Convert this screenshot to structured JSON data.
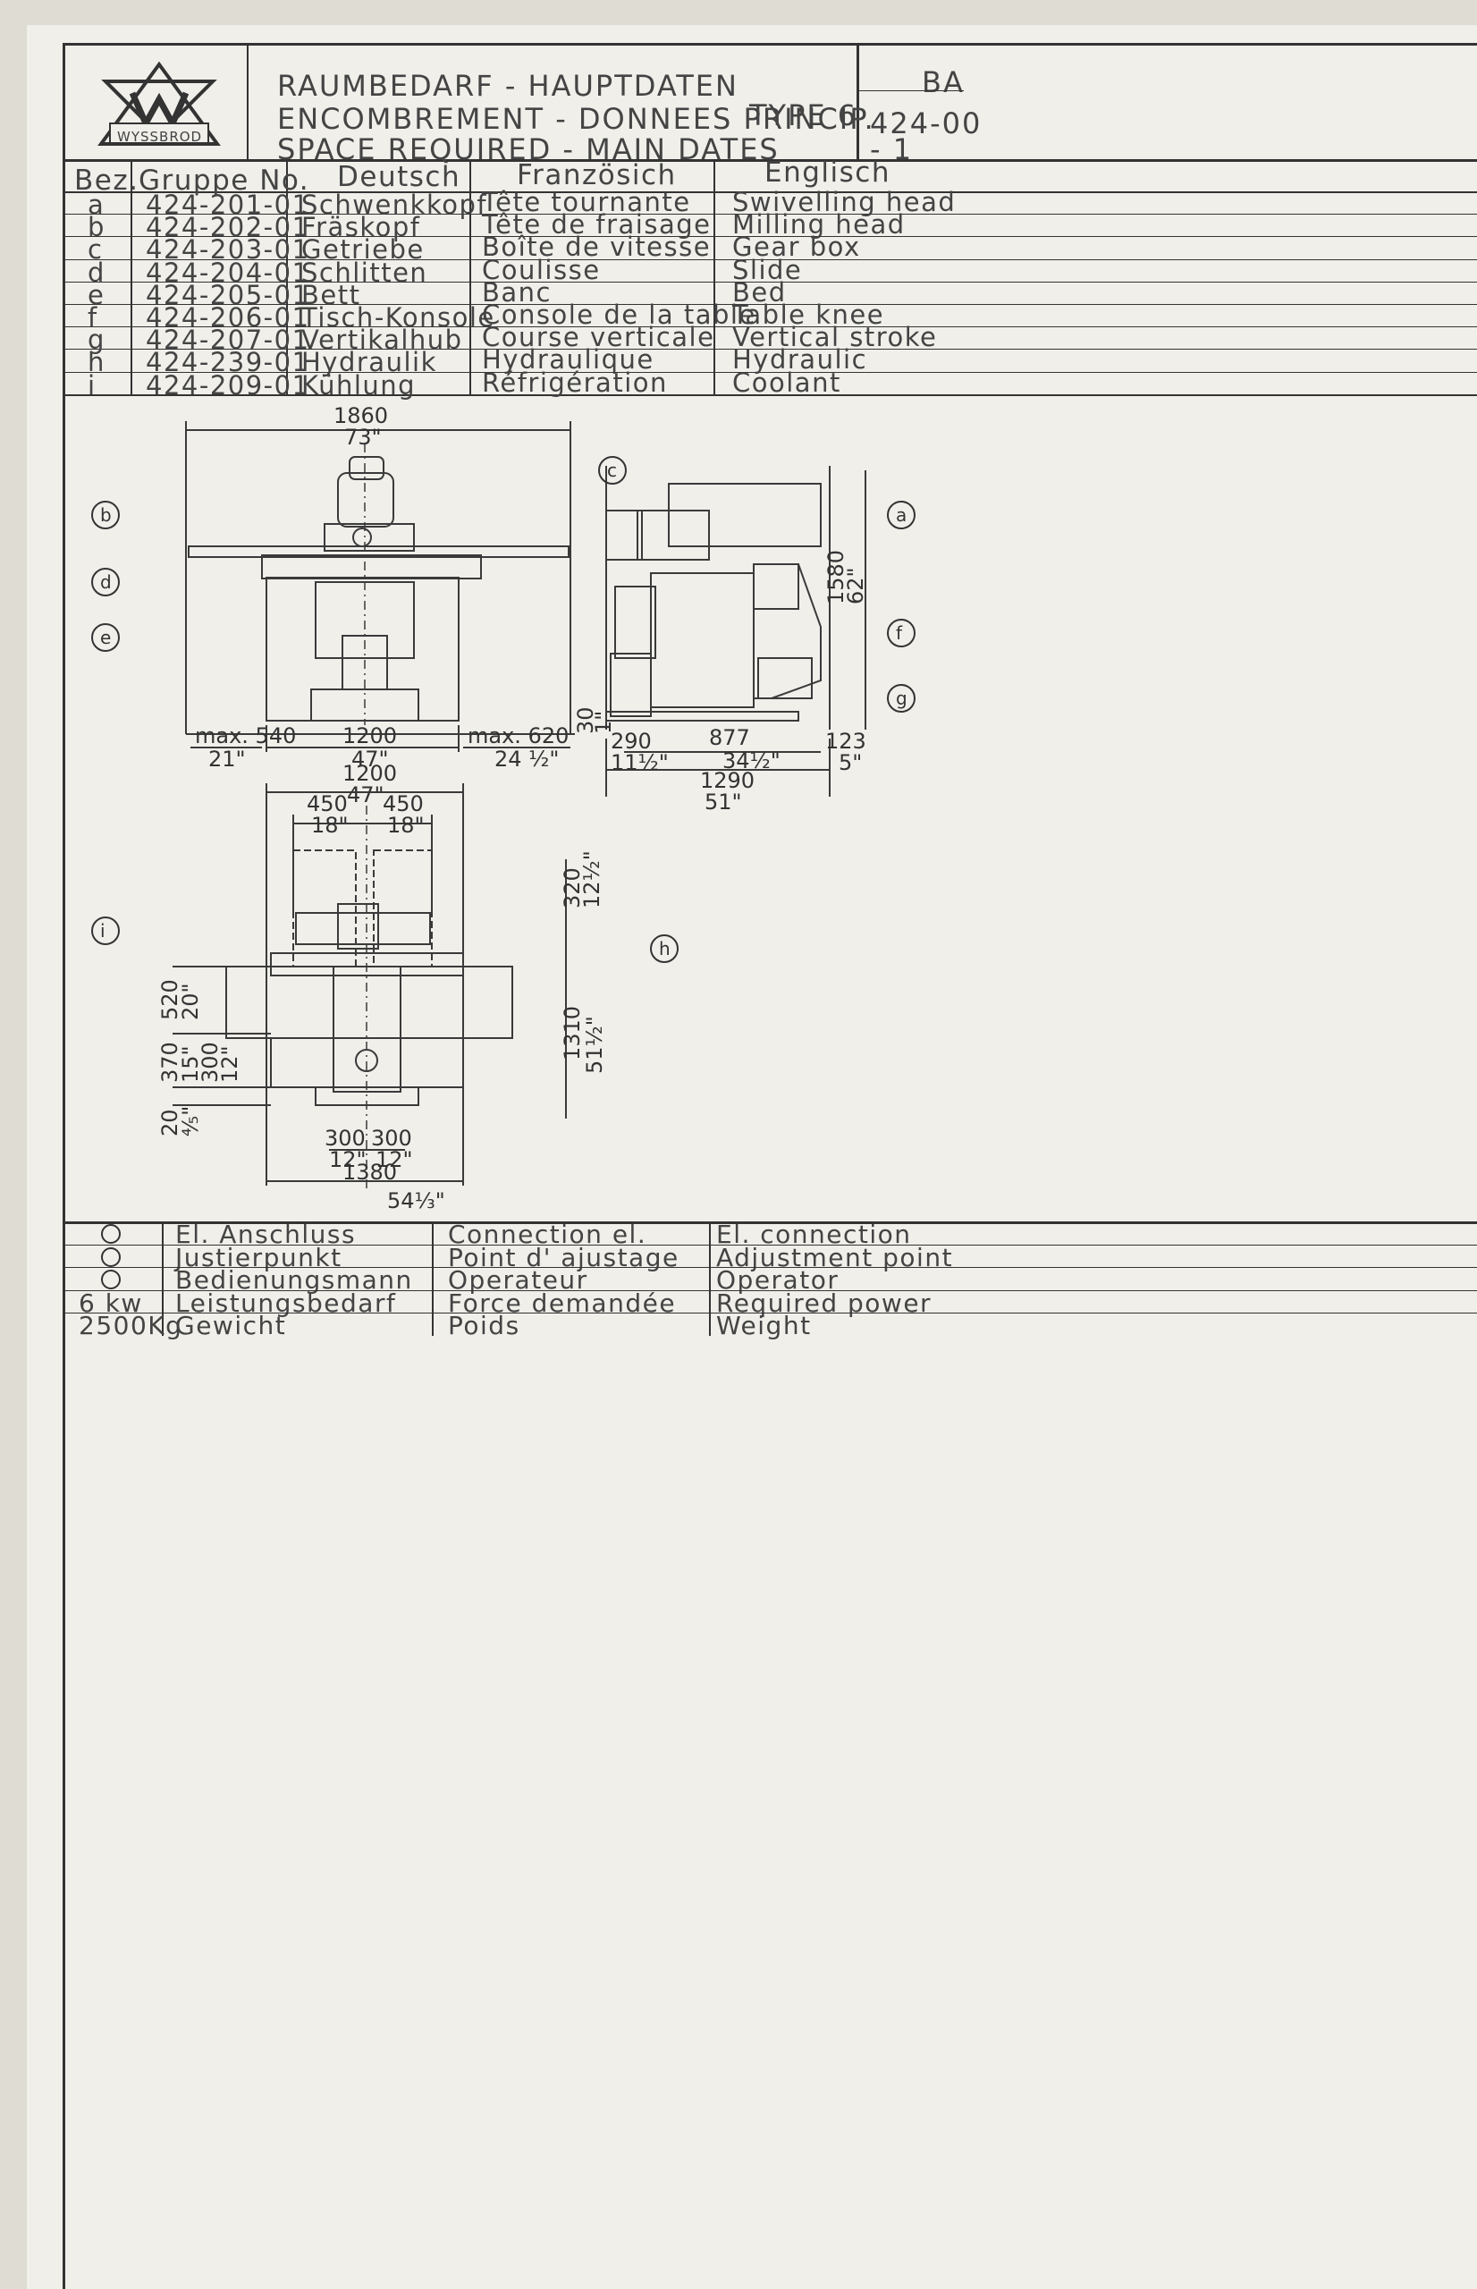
{
  "title_block": {
    "line1": "RAUMBEDARF - HAUPTDATEN",
    "line2": "ENCOMBREMENT - DONNEES PRINCIP.",
    "type": "TYPE 6",
    "line3": "SPACE REQUIRED - MAIN DATES",
    "code_top": "BA",
    "code_no": "424-00",
    "code_rev": "- 1",
    "logo_text": "WYSSBROD"
  },
  "parts_table": {
    "headers": [
      "Bez.",
      "Gruppe No.",
      "Deutsch",
      "Französich",
      "Englisch"
    ],
    "rows": [
      [
        "a",
        "424-201-01",
        "Schwenkkopf",
        "Tête tournante",
        "Swivelling head"
      ],
      [
        "b",
        "424-202-01",
        "Fräskopf",
        "Tête de fraisage",
        "Milling head"
      ],
      [
        "c",
        "424-203-01",
        "Getriebe",
        "Boîte de vitesse",
        "Gear box"
      ],
      [
        "d",
        "424-204-01",
        "Schlitten",
        "Coulisse",
        "Slide"
      ],
      [
        "e",
        "424-205-01",
        "Bett",
        "Banc",
        "Bed"
      ],
      [
        "f",
        "424-206-01",
        "Tisch-Konsole",
        "Console de la table",
        "Table knee"
      ],
      [
        "g",
        "424-207-01",
        "Vertikalhub",
        "Course verticale",
        "Vertical stroke"
      ],
      [
        "h",
        "424-239-01",
        "Hydraulik",
        "Hydraulique",
        "Hydraulic"
      ],
      [
        "i",
        "424-209-01",
        "Kühlung",
        "Réfrigération",
        "Coolant"
      ]
    ]
  },
  "drawing": {
    "front": {
      "width_mm": "1860",
      "width_in": "73\"",
      "left_mm": "max. 540",
      "left_in": "21\"",
      "center_mm": "1200",
      "center_in": "47\"",
      "right_mm": "max. 620",
      "right_in": "24 ½\""
    },
    "side": {
      "height_mm": "1580",
      "height_in": "62\"",
      "foot_mm": "30",
      "foot_in": "1\"",
      "d1_mm": "290",
      "d1_in": "11½\"",
      "d2_mm": "877",
      "d2_in": "34½\"",
      "d3_mm": "123",
      "d3_in": "5\"",
      "total_mm": "1290",
      "total_in": "51\""
    },
    "plan": {
      "top_mm": "1200",
      "top_in": "47\"",
      "half_l_mm": "450",
      "half_l_in": "18\"",
      "half_r_mm": "450",
      "half_r_in": "18\"",
      "v1_mm": "320",
      "v1_in": "12½\"",
      "depth_mm": "1310",
      "depth_in": "51½\"",
      "l1_mm": "520",
      "l1_in": "20\"",
      "l2_mm": "370",
      "l2_in": "15\"",
      "l3_mm": "300",
      "l3_in": "12\"",
      "l4_mm": "20",
      "l4_in": "⅘\"",
      "b1_mm": "300",
      "b1_in": "12\"",
      "b2_mm": "300",
      "b2_in": "12\"",
      "bottom_mm": "1380",
      "bottom_in": "54⅓\""
    },
    "callouts": [
      "a",
      "b",
      "c",
      "d",
      "e",
      "f",
      "g",
      "h",
      "i"
    ]
  },
  "legend": {
    "rows": [
      {
        "symbol": "el-connection-icon",
        "value": "",
        "de": "El. Anschluss",
        "fr": "Connection el.",
        "en": "El. connection"
      },
      {
        "symbol": "adjustment-point-icon",
        "value": "",
        "de": "Justierpunkt",
        "fr": "Point d' ajustage",
        "en": "Adjustment point"
      },
      {
        "symbol": "operator-icon",
        "value": "",
        "de": "Bedienungsmann",
        "fr": "Operateur",
        "en": "Operator"
      },
      {
        "symbol": "",
        "value": "6 kw",
        "de": "Leistungsbedarf",
        "fr": "Force demandée",
        "en": "Required power"
      },
      {
        "symbol": "",
        "value": "2500Kg",
        "de": "Gewicht",
        "fr": "Poids",
        "en": "Weight"
      }
    ]
  }
}
